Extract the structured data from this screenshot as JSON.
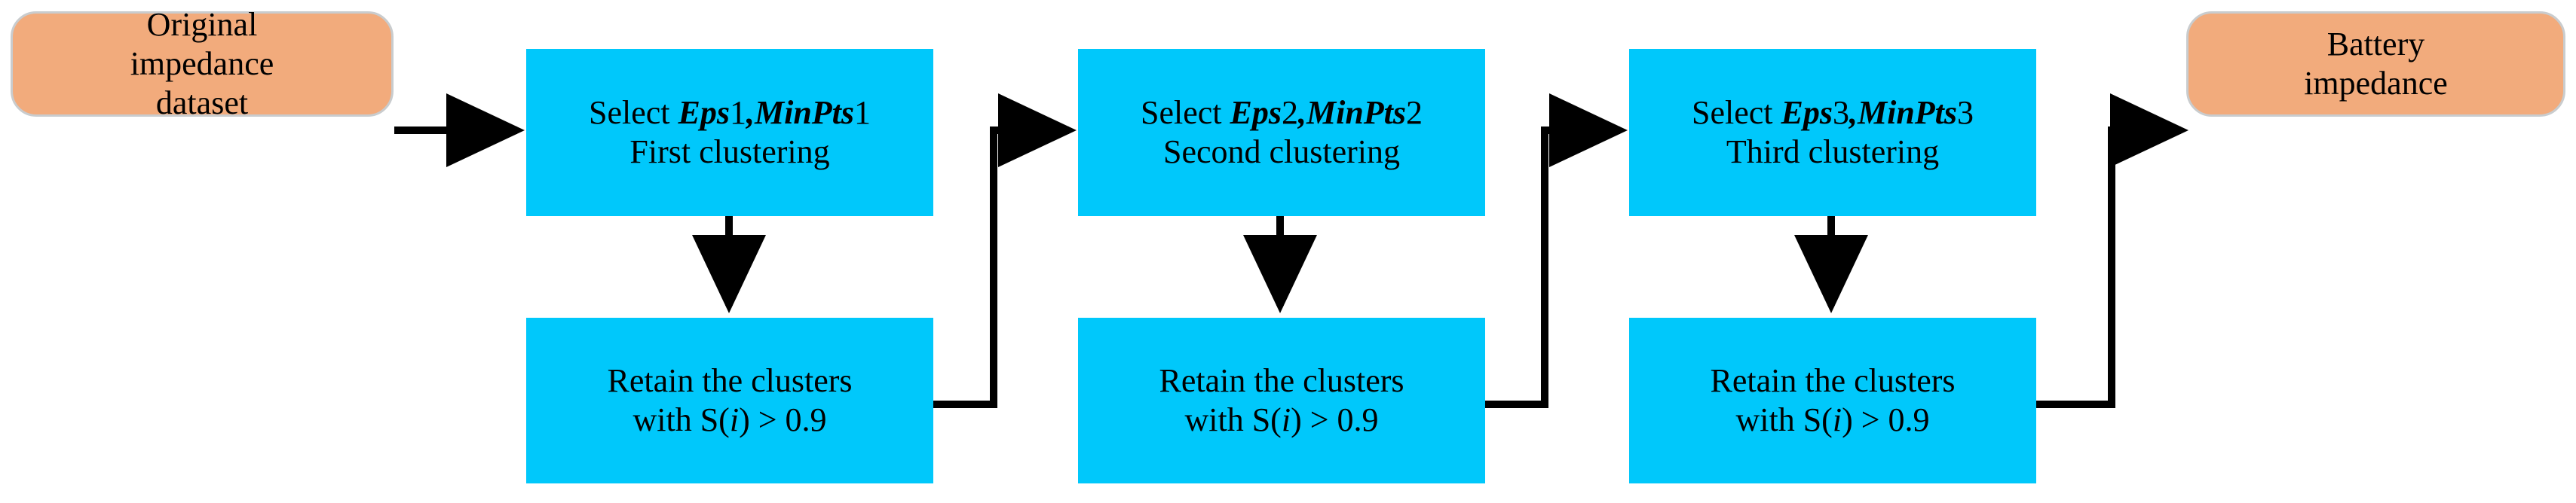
{
  "diagram": {
    "title": "DBSCAN multi-stage impedance clustering flowchart",
    "colors": {
      "terminal_fill": "#f2ab7c",
      "terminal_border": "#c9ccce",
      "process_fill": "#00c8fb",
      "arrow": "#000000",
      "background": "#ffffff",
      "text": "#000000"
    },
    "nodes": [
      {
        "id": "original-dataset",
        "type": "terminal",
        "lines": [
          "Original",
          "impedance",
          "dataset"
        ]
      },
      {
        "id": "select-1",
        "type": "process",
        "lines": [
          "Select Eps1,MinPts1",
          "First clustering"
        ],
        "param_prefix": "Select ",
        "param_eps": "Eps",
        "param_eps_index": "1",
        "param_sep": ",",
        "param_minpts": "MinPts",
        "param_minpts_index": "1",
        "stage_label": "First clustering"
      },
      {
        "id": "retain-1",
        "type": "process",
        "lines": [
          "Retain the clusters",
          "with S(i) > 0.9"
        ],
        "retain_label": "Retain the clusters",
        "with_prefix": "with S(",
        "with_var": "i",
        "with_suffix": ") > 0.9"
      },
      {
        "id": "select-2",
        "type": "process",
        "lines": [
          "Select Eps2,MinPts2",
          "Second clustering"
        ],
        "param_prefix": "Select ",
        "param_eps": "Eps",
        "param_eps_index": "2",
        "param_sep": ",",
        "param_minpts": "MinPts",
        "param_minpts_index": "2",
        "stage_label": "Second clustering"
      },
      {
        "id": "retain-2",
        "type": "process",
        "lines": [
          "Retain the clusters",
          "with S(i) > 0.9"
        ],
        "retain_label": "Retain the clusters",
        "with_prefix": "with S(",
        "with_var": "i",
        "with_suffix": ") > 0.9"
      },
      {
        "id": "select-3",
        "type": "process",
        "lines": [
          "Select Eps3,MinPts3",
          "Third clustering"
        ],
        "param_prefix": "Select ",
        "param_eps": "Eps",
        "param_eps_index": "3",
        "param_sep": ",",
        "param_minpts": "MinPts",
        "param_minpts_index": "3",
        "stage_label": "Third clustering"
      },
      {
        "id": "retain-3",
        "type": "process",
        "lines": [
          "Retain the clusters",
          "with S(i) > 0.9"
        ],
        "retain_label": "Retain the clusters",
        "with_prefix": "with S(",
        "with_var": "i",
        "with_suffix": ") > 0.9"
      },
      {
        "id": "battery-impedance",
        "type": "terminal",
        "lines": [
          "Battery",
          "impedance"
        ]
      }
    ],
    "edges": [
      {
        "id": "e1",
        "from": "original-dataset",
        "to": "select-1",
        "shape": "straight-right"
      },
      {
        "id": "e2",
        "from": "select-1",
        "to": "retain-1",
        "shape": "straight-down"
      },
      {
        "id": "e3",
        "from": "retain-1",
        "to": "select-2",
        "shape": "elbow-up-right"
      },
      {
        "id": "e4",
        "from": "select-2",
        "to": "retain-2",
        "shape": "straight-down"
      },
      {
        "id": "e5",
        "from": "retain-2",
        "to": "select-3",
        "shape": "elbow-up-right"
      },
      {
        "id": "e6",
        "from": "select-3",
        "to": "retain-3",
        "shape": "straight-down"
      },
      {
        "id": "e7",
        "from": "retain-3",
        "to": "battery-impedance",
        "shape": "elbow-up-right"
      }
    ]
  }
}
